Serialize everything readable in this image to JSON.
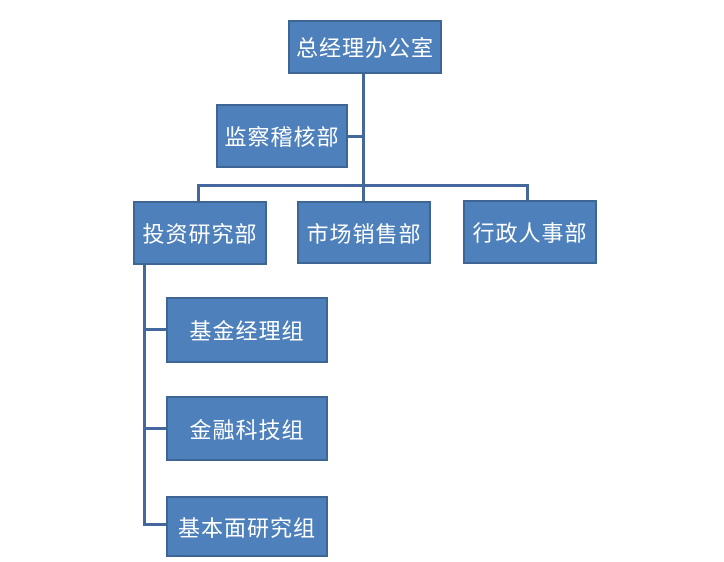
{
  "org_chart": {
    "type": "org-tree",
    "root": {
      "label": "总经理办公室"
    },
    "staff_unit": {
      "label": "监察稽核部"
    },
    "departments": [
      {
        "label": "投资研究部"
      },
      {
        "label": "市场销售部"
      },
      {
        "label": "行政人事部"
      }
    ],
    "investment_research_sub_groups": [
      {
        "label": "基金经理组"
      },
      {
        "label": "金融科技组"
      },
      {
        "label": "基本面研究组"
      }
    ],
    "colors": {
      "box_fill": "#4e80bc",
      "box_border": "#3d6695",
      "connector": "#44689d",
      "text_color": "#ffffff"
    }
  }
}
